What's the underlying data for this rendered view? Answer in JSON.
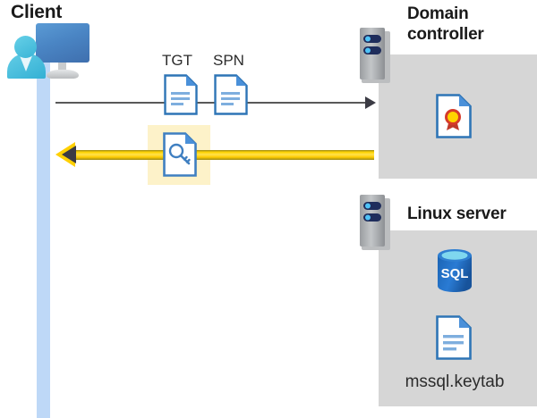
{
  "diagram": {
    "title": "Kerberos authentication flow between client, domain controller and Linux server",
    "background": "#ffffff",
    "accent_yellow": "#ffd000",
    "panel_gray": "#d6d6d6",
    "lifeline_blue": "#bed8f7",
    "highlight_yellow": "#fdf2c9",
    "line_gray": "#595959"
  },
  "client": {
    "title": "Client",
    "icon": "workstation-user-icon",
    "lifeline": "client-lifeline"
  },
  "domain_controller": {
    "title": "Domain controller",
    "server_icon": "server-rack-icon",
    "contents": [
      {
        "icon": "certificate-document-icon",
        "label": ""
      }
    ]
  },
  "linux_server": {
    "title": "Linux server",
    "server_icon": "server-rack-icon",
    "contents": [
      {
        "icon": "sql-database-icon",
        "label": "SQL"
      },
      {
        "icon": "document-icon",
        "label": "mssql.keytab"
      }
    ]
  },
  "flows": [
    {
      "name": "request",
      "direction": "client-to-domain-controller",
      "style": "thin-gray-arrow",
      "color": "#595959",
      "documents": [
        {
          "label": "TGT",
          "icon": "document-icon"
        },
        {
          "label": "SPN",
          "icon": "document-icon"
        }
      ]
    },
    {
      "name": "response",
      "direction": "domain-controller-to-client",
      "style": "thick-yellow-arrow",
      "color": "#ffd000",
      "highlighted": true,
      "documents": [
        {
          "label": "",
          "icon": "key-document-icon"
        }
      ]
    }
  ],
  "labels": {
    "tgt": "TGT",
    "spn": "SPN",
    "keytab": "mssql.keytab",
    "sql": "SQL",
    "client_title": "Client",
    "dc_title": "Domain controller",
    "linux_title": "Linux server"
  }
}
